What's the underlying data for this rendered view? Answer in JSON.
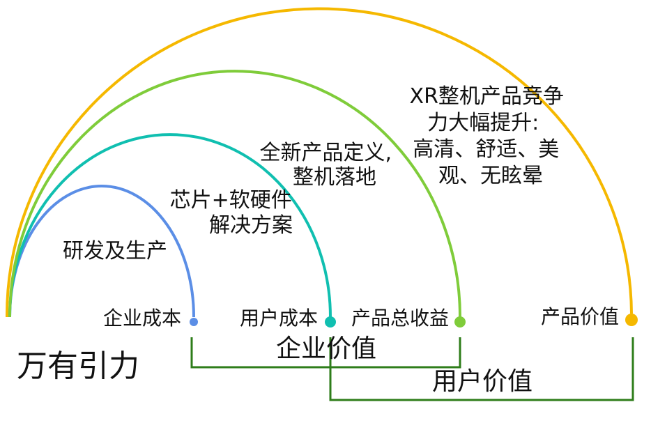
{
  "brand": {
    "text": "万有引力"
  },
  "arcs": [
    {
      "id": "research",
      "color": "#5b8ee6",
      "label_lines": [
        "研发及生产"
      ],
      "end_label": "企业成本"
    },
    {
      "id": "chip",
      "color": "#10bfb0",
      "label_lines": [
        "芯片+软硬件",
        "解决方案"
      ],
      "end_label": "用户成本"
    },
    {
      "id": "product",
      "color": "#7fcc3a",
      "label_lines": [
        "全新产品定义,",
        "整机落地"
      ],
      "end_label": "产品总收益"
    },
    {
      "id": "xr",
      "color": "#f5b800",
      "label_lines": [
        "XR整机产品竞争",
        "力大幅提升:",
        "高清、舒适、美",
        "观、无眩晕"
      ],
      "end_label": "产品价值"
    }
  ],
  "brackets": [
    {
      "id": "enterprise-value",
      "label": "企业价值",
      "color": "#2e7d1a"
    },
    {
      "id": "user-value",
      "label": "用户价值",
      "color": "#2e7d1a"
    }
  ]
}
